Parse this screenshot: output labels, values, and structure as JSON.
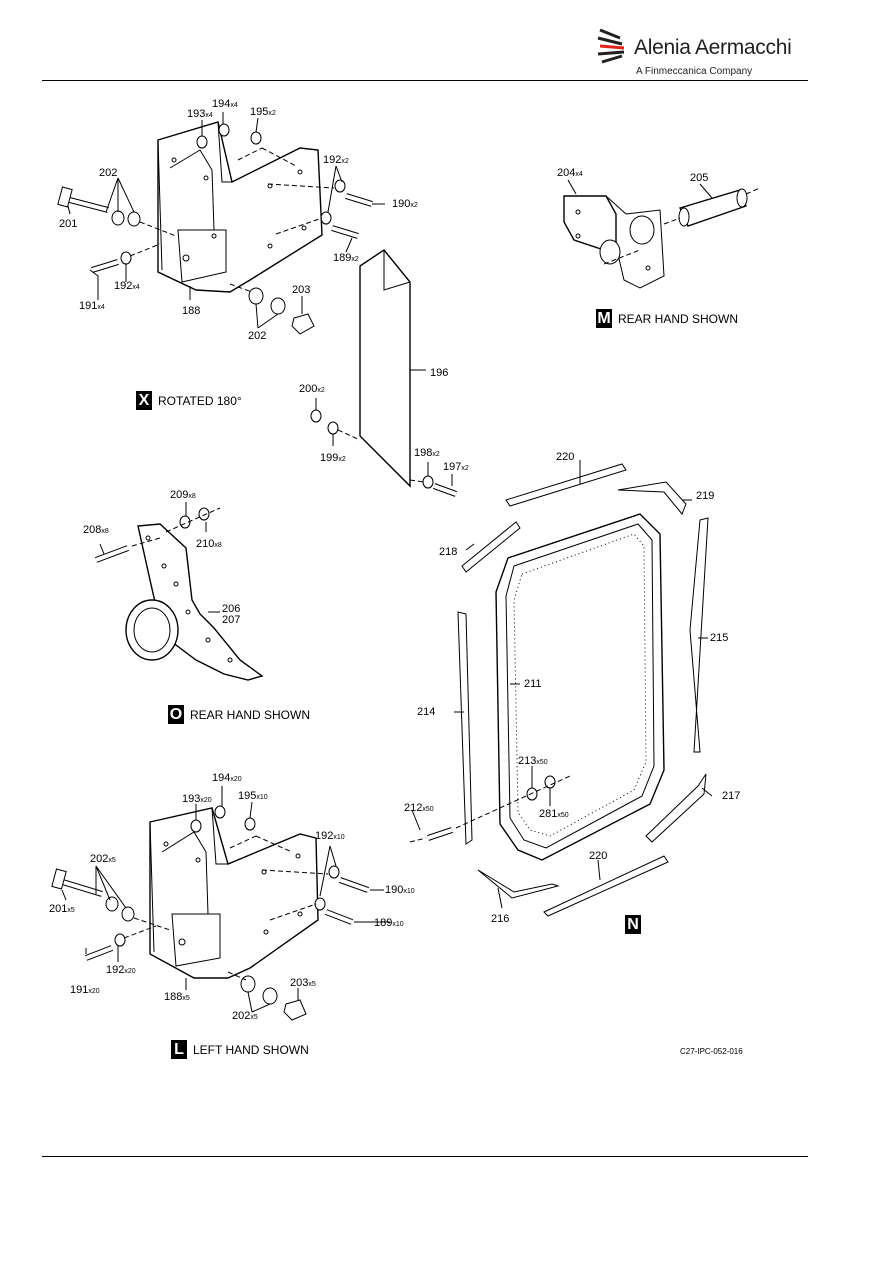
{
  "header": {
    "brand_name": "Alenia Aermacchi",
    "brand_sub": "A Finmeccanica Company",
    "logo_icon": "alenia-swoosh-logo",
    "brand_color": "#e2231a"
  },
  "views": {
    "X": {
      "letter": "X",
      "caption": "ROTATED 180°"
    },
    "M": {
      "letter": "M",
      "caption": "REAR HAND SHOWN"
    },
    "O": {
      "letter": "O",
      "caption": "REAR HAND SHOWN"
    },
    "L": {
      "letter": "L",
      "caption": "LEFT HAND SHOWN"
    },
    "N": {
      "letter": "N",
      "caption": ""
    }
  },
  "labels": {
    "c193x": {
      "n": "193",
      "q": "x4"
    },
    "c194x": {
      "n": "194",
      "q": "x4"
    },
    "c195x": {
      "n": "195",
      "q": "x2"
    },
    "c202xa": {
      "n": "202",
      "q": ""
    },
    "c201x": {
      "n": "201",
      "q": ""
    },
    "c192xa": {
      "n": "192",
      "q": "x2"
    },
    "c190x": {
      "n": "190",
      "q": "x2"
    },
    "c189x": {
      "n": "189",
      "q": "x2"
    },
    "c191x": {
      "n": "191",
      "q": "x4"
    },
    "c192xb": {
      "n": "192",
      "q": "x4"
    },
    "c188x": {
      "n": "188",
      "q": ""
    },
    "c203x": {
      "n": "203",
      "q": ""
    },
    "c202xb": {
      "n": "202",
      "q": ""
    },
    "c196": {
      "n": "196",
      "q": ""
    },
    "c200": {
      "n": "200",
      "q": "x2"
    },
    "c199": {
      "n": "199",
      "q": "x2"
    },
    "c198": {
      "n": "198",
      "q": "x2"
    },
    "c197": {
      "n": "197",
      "q": "x2"
    },
    "c204": {
      "n": "204",
      "q": "x4"
    },
    "c205": {
      "n": "205",
      "q": ""
    },
    "c209": {
      "n": "209",
      "q": "x8"
    },
    "c208": {
      "n": "208",
      "q": "x8"
    },
    "c210": {
      "n": "210",
      "q": "x8"
    },
    "c206": {
      "n": "206",
      "q": ""
    },
    "c207": {
      "n": "207",
      "q": ""
    },
    "c220a": {
      "n": "220",
      "q": ""
    },
    "c219": {
      "n": "219",
      "q": ""
    },
    "c218": {
      "n": "218",
      "q": ""
    },
    "c215": {
      "n": "215",
      "q": ""
    },
    "c211": {
      "n": "211",
      "q": ""
    },
    "c214": {
      "n": "214",
      "q": ""
    },
    "c213": {
      "n": "213",
      "q": "x50"
    },
    "c212": {
      "n": "212",
      "q": "x50"
    },
    "c281": {
      "n": "281",
      "q": "x50"
    },
    "c217": {
      "n": "217",
      "q": ""
    },
    "c220b": {
      "n": "220",
      "q": ""
    },
    "c216": {
      "n": "216",
      "q": ""
    },
    "c194l": {
      "n": "194",
      "q": "x20"
    },
    "c193l": {
      "n": "193",
      "q": "x20"
    },
    "c195l": {
      "n": "195",
      "q": "x10"
    },
    "c202la": {
      "n": "202",
      "q": "x5"
    },
    "c192la": {
      "n": "192",
      "q": "x10"
    },
    "c201l": {
      "n": "201",
      "q": "x5"
    },
    "c190l": {
      "n": "190",
      "q": "x10"
    },
    "c189l": {
      "n": "189",
      "q": "x10"
    },
    "c191l": {
      "n": "191",
      "q": "x20"
    },
    "c192lb": {
      "n": "192",
      "q": "x20"
    },
    "c188l": {
      "n": "188",
      "q": "x5"
    },
    "c203l": {
      "n": "203",
      "q": "x5"
    },
    "c202lb": {
      "n": "202",
      "q": "x5"
    }
  },
  "figure_ref": "C27-IPC-052-016"
}
